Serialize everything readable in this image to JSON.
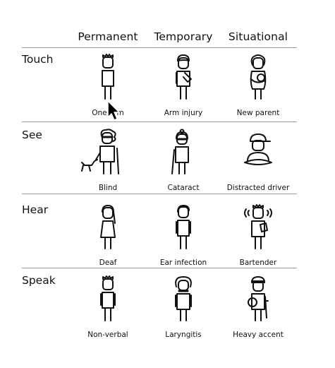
{
  "columns": [
    "Permanent",
    "Temporary",
    "Situational"
  ],
  "rows": [
    {
      "label": "Touch",
      "cells": [
        {
          "caption": "One arm",
          "icon": "person-one-arm-icon"
        },
        {
          "caption": "Arm injury",
          "icon": "person-arm-sling-icon"
        },
        {
          "caption": "New parent",
          "icon": "person-holding-baby-icon"
        }
      ]
    },
    {
      "label": "See",
      "cells": [
        {
          "caption": "Blind",
          "icon": "person-with-guide-dog-icon"
        },
        {
          "caption": "Cataract",
          "icon": "person-with-cane-icon"
        },
        {
          "caption": "Distracted driver",
          "icon": "person-driving-icon"
        }
      ]
    },
    {
      "label": "Hear",
      "cells": [
        {
          "caption": "Deaf",
          "icon": "person-deaf-icon"
        },
        {
          "caption": "Ear infection",
          "icon": "person-ear-infection-icon"
        },
        {
          "caption": "Bartender",
          "icon": "person-bartender-noise-icon"
        }
      ]
    },
    {
      "label": "Speak",
      "cells": [
        {
          "caption": "Non-verbal",
          "icon": "person-non-verbal-icon"
        },
        {
          "caption": "Laryngitis",
          "icon": "person-laryngitis-icon"
        },
        {
          "caption": "Heavy accent",
          "icon": "person-heavy-accent-icon"
        }
      ]
    }
  ],
  "cursor_icon": "mouse-pointer-icon",
  "colors": {
    "ink": "#111111",
    "divider": "#9a9a9a",
    "background": "#ffffff"
  }
}
